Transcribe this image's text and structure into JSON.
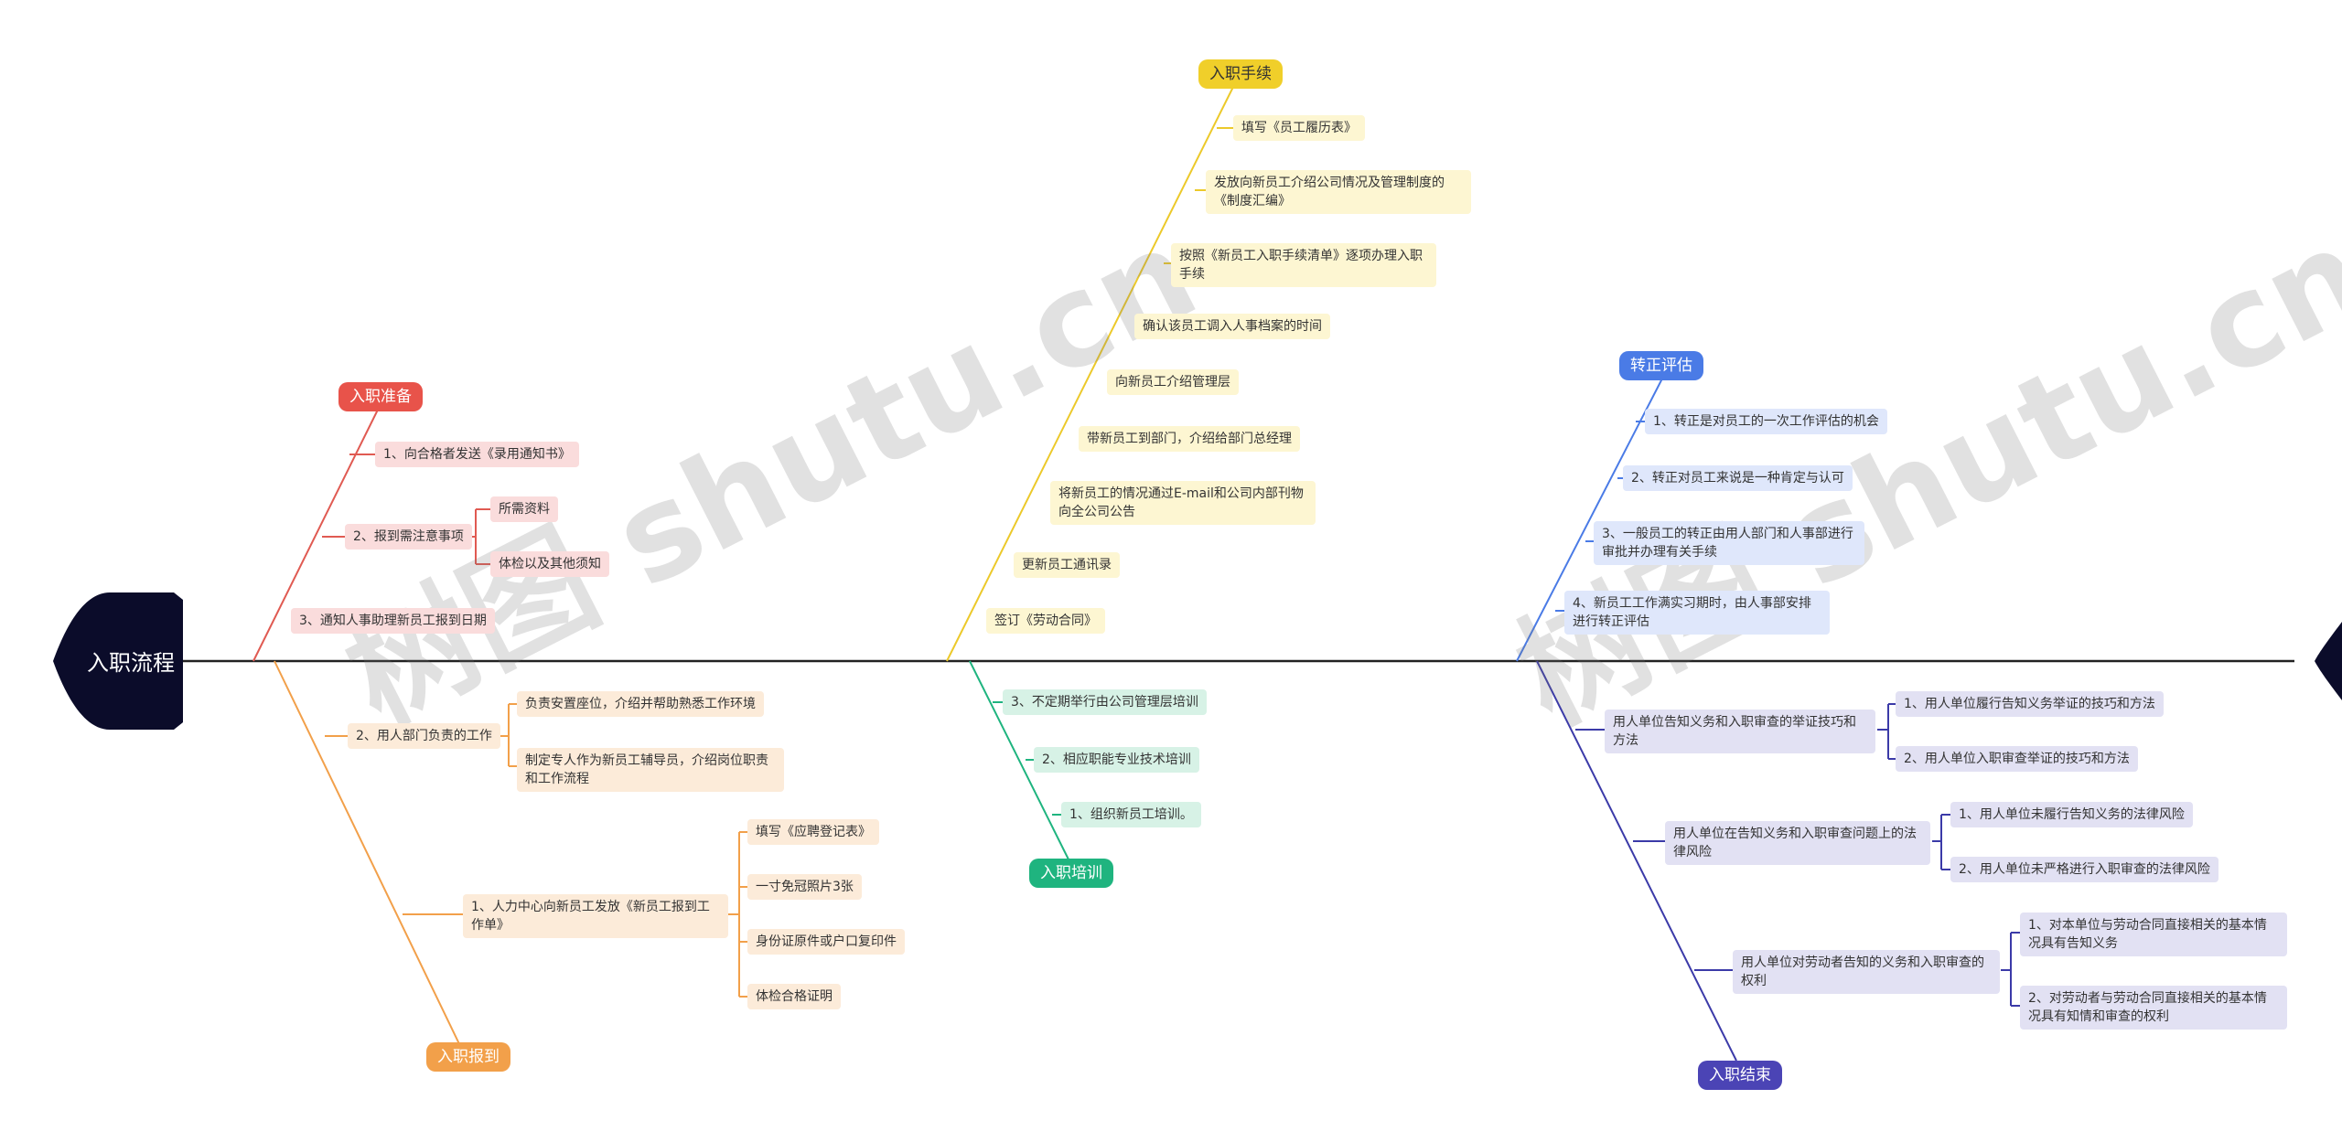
{
  "root": {
    "title": "入职流程"
  },
  "watermark": {
    "text": "树图 shutu.cn"
  },
  "branches": {
    "prep": {
      "title": "入职准备",
      "color": "#e8534a",
      "fill": "#fadcdc",
      "items": [
        "1、向合格者发送《录用通知书》",
        "2、报到需注意事项",
        "3、通知人事助理新员工报到日期"
      ],
      "subitems": [
        "所需资料",
        "体检以及其他须知"
      ]
    },
    "report": {
      "title": "入职报到",
      "color": "#f2a04a",
      "fill": "#fcebd9",
      "items": [
        "2、用人部门负责的工作",
        "1、人力中心向新员工发放《新员工报到工作单》"
      ],
      "dept_subitems": [
        "负责安置座位，介绍并帮助熟悉工作环境",
        "制定专人作为新员工辅导员，介绍岗位职责和工作流程"
      ],
      "hr_subitems": [
        "填写《应聘登记表》",
        "一寸免冠照片3张",
        "身份证原件或户口复印件",
        "体检合格证明"
      ]
    },
    "procedures": {
      "title": "入职手续",
      "color": "#f0cf2a",
      "fill": "#fdf6d2",
      "items": [
        "填写《员工履历表》",
        "发放向新员工介绍公司情况及管理制度的《制度汇编》",
        "按照《新员工入职手续清单》逐项办理入职手续",
        "确认该员工调入人事档案的时间",
        "向新员工介绍管理层",
        "带新员工到部门，介绍给部门总经理",
        "将新员工的情况通过E-mail和公司内部刊物向全公司公告",
        "更新员工通讯录",
        "签订《劳动合同》"
      ]
    },
    "training": {
      "title": "入职培训",
      "color": "#1fb47f",
      "fill": "#d7f2e6",
      "items": [
        "3、不定期举行由公司管理层培训",
        "2、相应职能专业技术培训",
        "1、组织新员工培训。"
      ]
    },
    "review": {
      "title": "转正评估",
      "color": "#4a7be6",
      "fill": "#dfe7fb",
      "items": [
        "1、转正是对员工的一次工作评估的机会",
        "2、转正对员工来说是一种肯定与认可",
        "3、一般员工的转正由用人部门和人事部进行审批并办理有关手续",
        "4、新员工工作满实习期时，由人事部安排进行转正评估"
      ]
    },
    "end": {
      "title": "入职结束",
      "color": "#4b44b5",
      "fill": "#e2e1f3",
      "items": [
        "用人单位告知义务和入职审查的举证技巧和方法",
        "用人单位在告知义务和入职审查问题上的法律风险",
        "用人单位对劳动者告知的义务和入职审查的权利"
      ],
      "proof_subitems": [
        "1、用人单位履行告知义务举证的技巧和方法",
        "2、用人单位入职审查举证的技巧和方法"
      ],
      "risk_subitems": [
        "1、用人单位未履行告知义务的法律风险",
        "2、用人单位未严格进行入职审查的法律风险"
      ],
      "rights_subitems": [
        "1、对本单位与劳动合同直接相关的基本情况具有告知义务",
        "2、对劳动者与劳动合同直接相关的基本情况具有知情和审查的权利"
      ]
    }
  }
}
